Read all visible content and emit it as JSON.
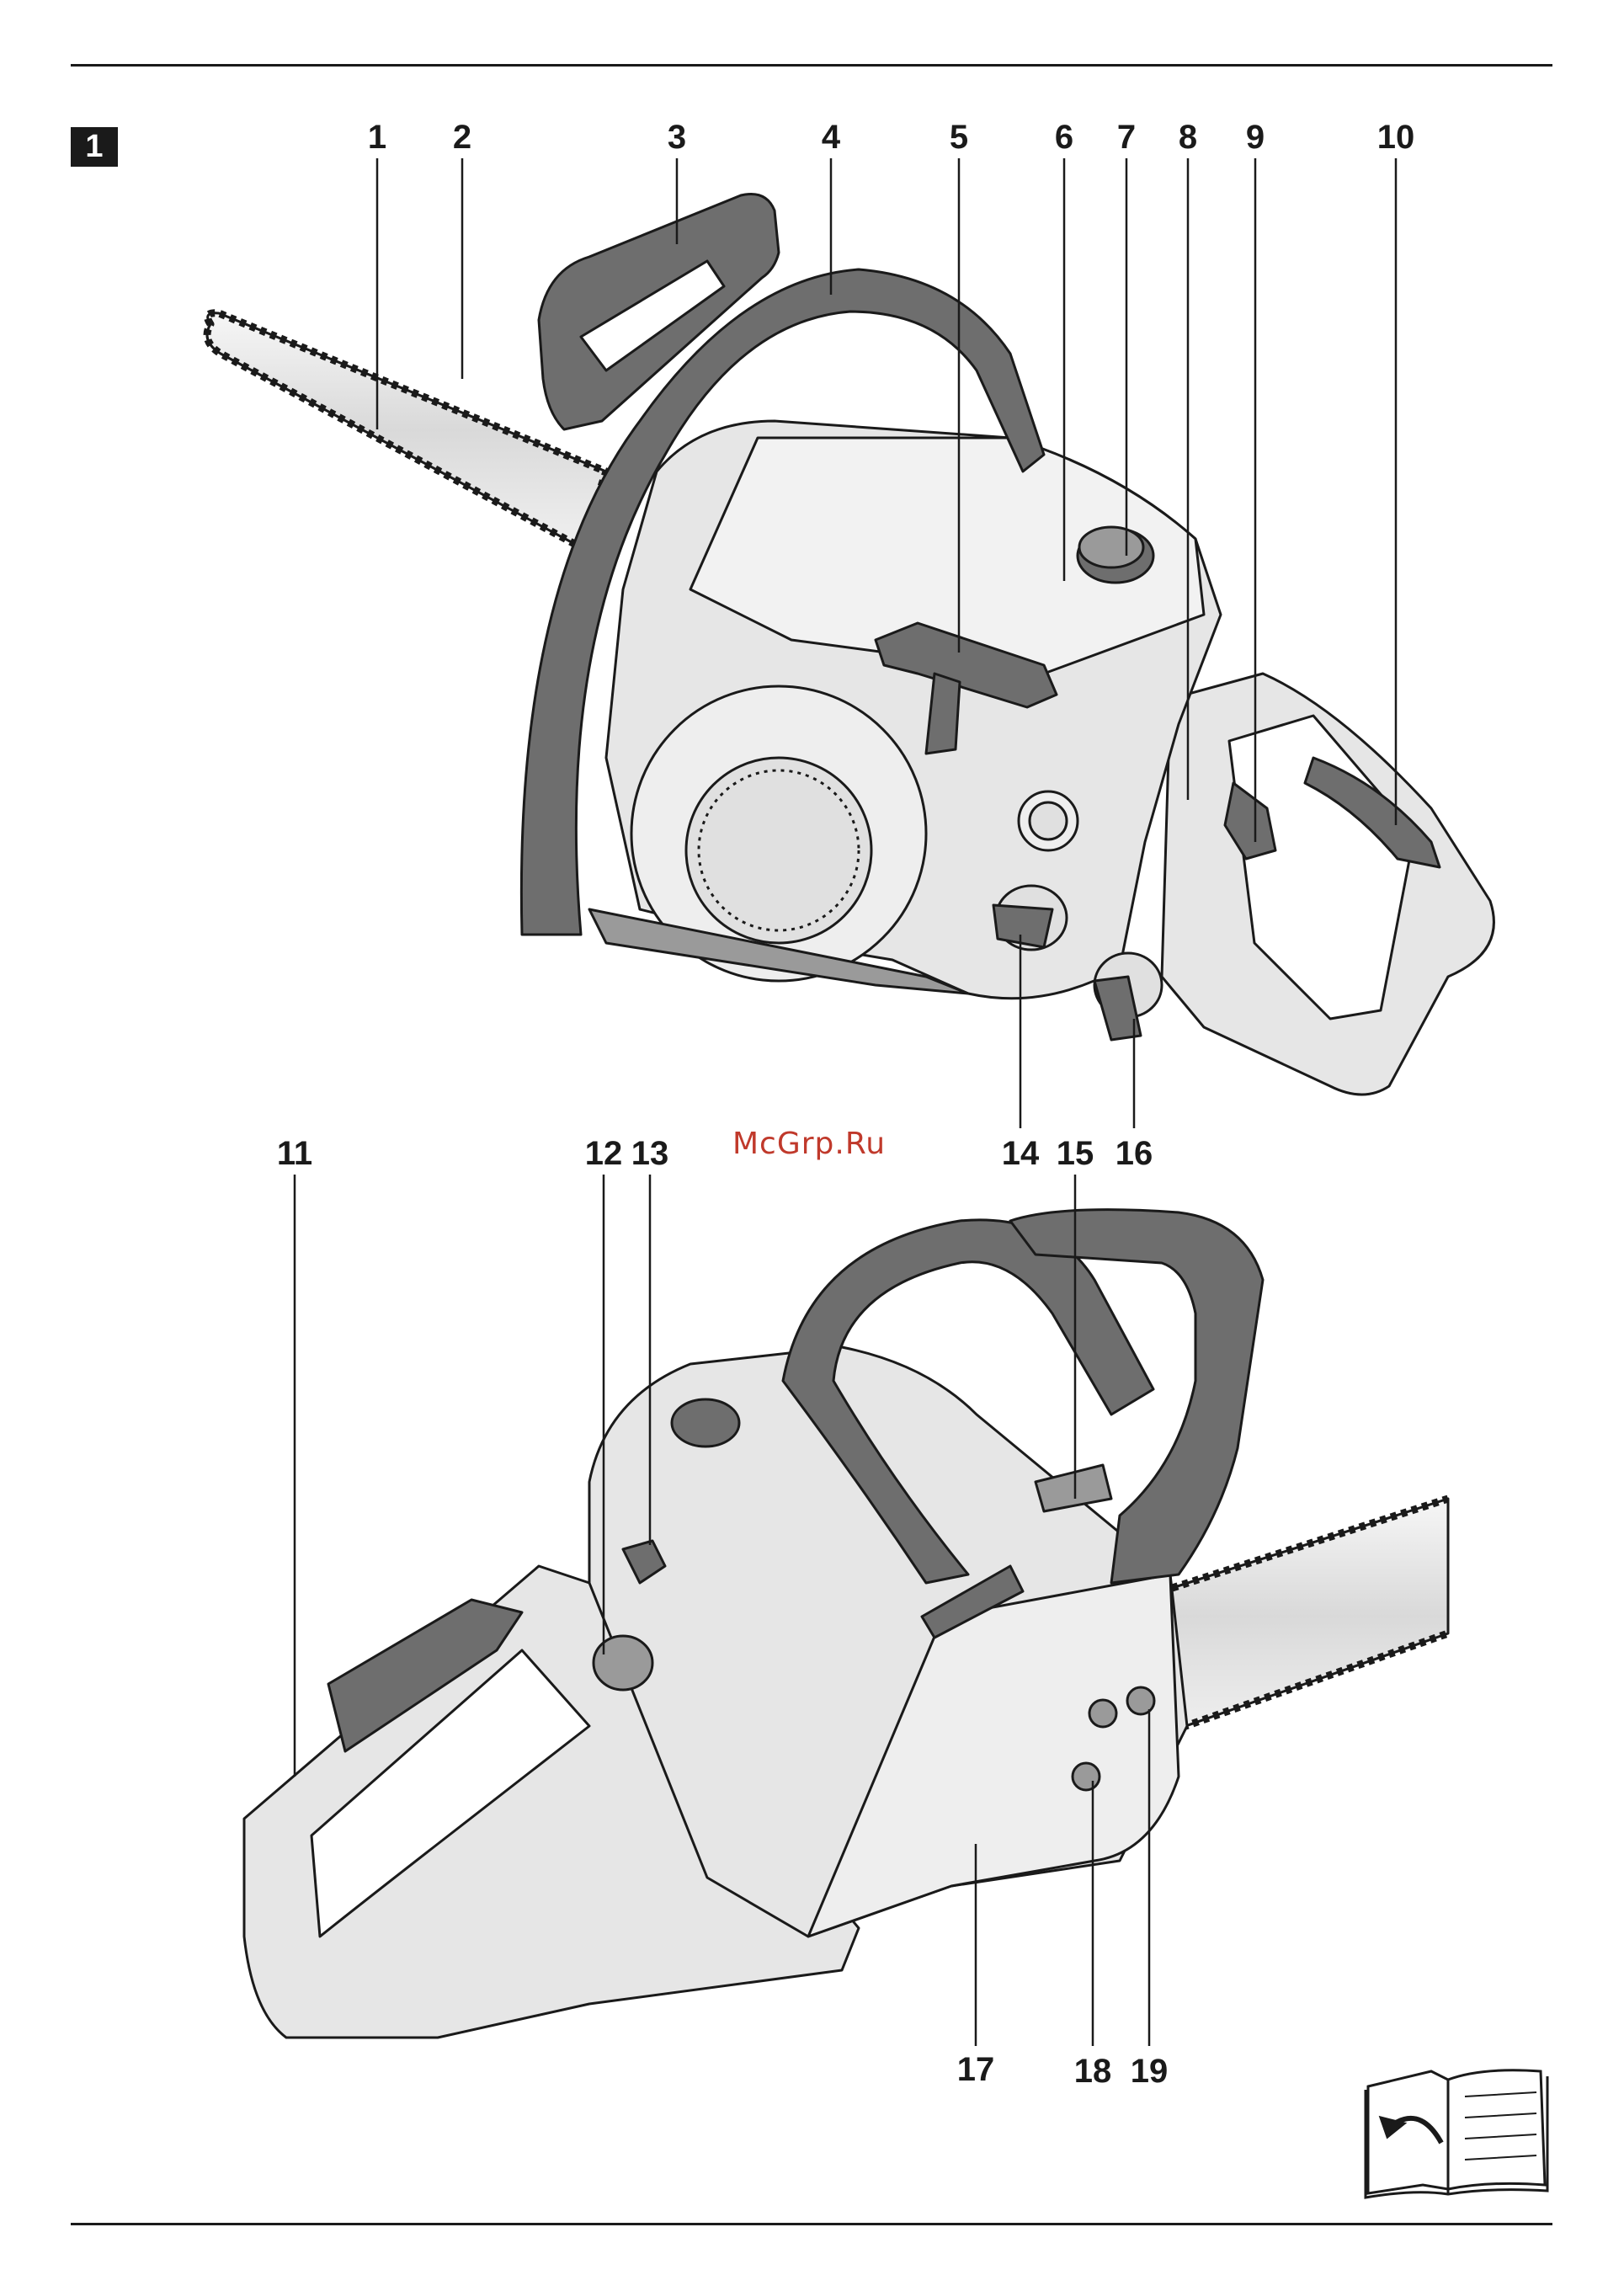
{
  "figure": {
    "badge": "1",
    "callouts_top": [
      "1",
      "2",
      "3",
      "4",
      "5",
      "6",
      "7",
      "8",
      "9",
      "10"
    ],
    "callouts_bottom": [
      "11",
      "12",
      "13",
      "14",
      "15",
      "16",
      "17",
      "18",
      "19"
    ]
  },
  "watermark": "McGrp.Ru",
  "icons": {
    "manual": "open-book-page-turn-icon"
  },
  "colors": {
    "line": "#1a1a1a",
    "body": "#e6e6e6",
    "handle": "#6e6e6e",
    "watermark": "#c0392b"
  }
}
